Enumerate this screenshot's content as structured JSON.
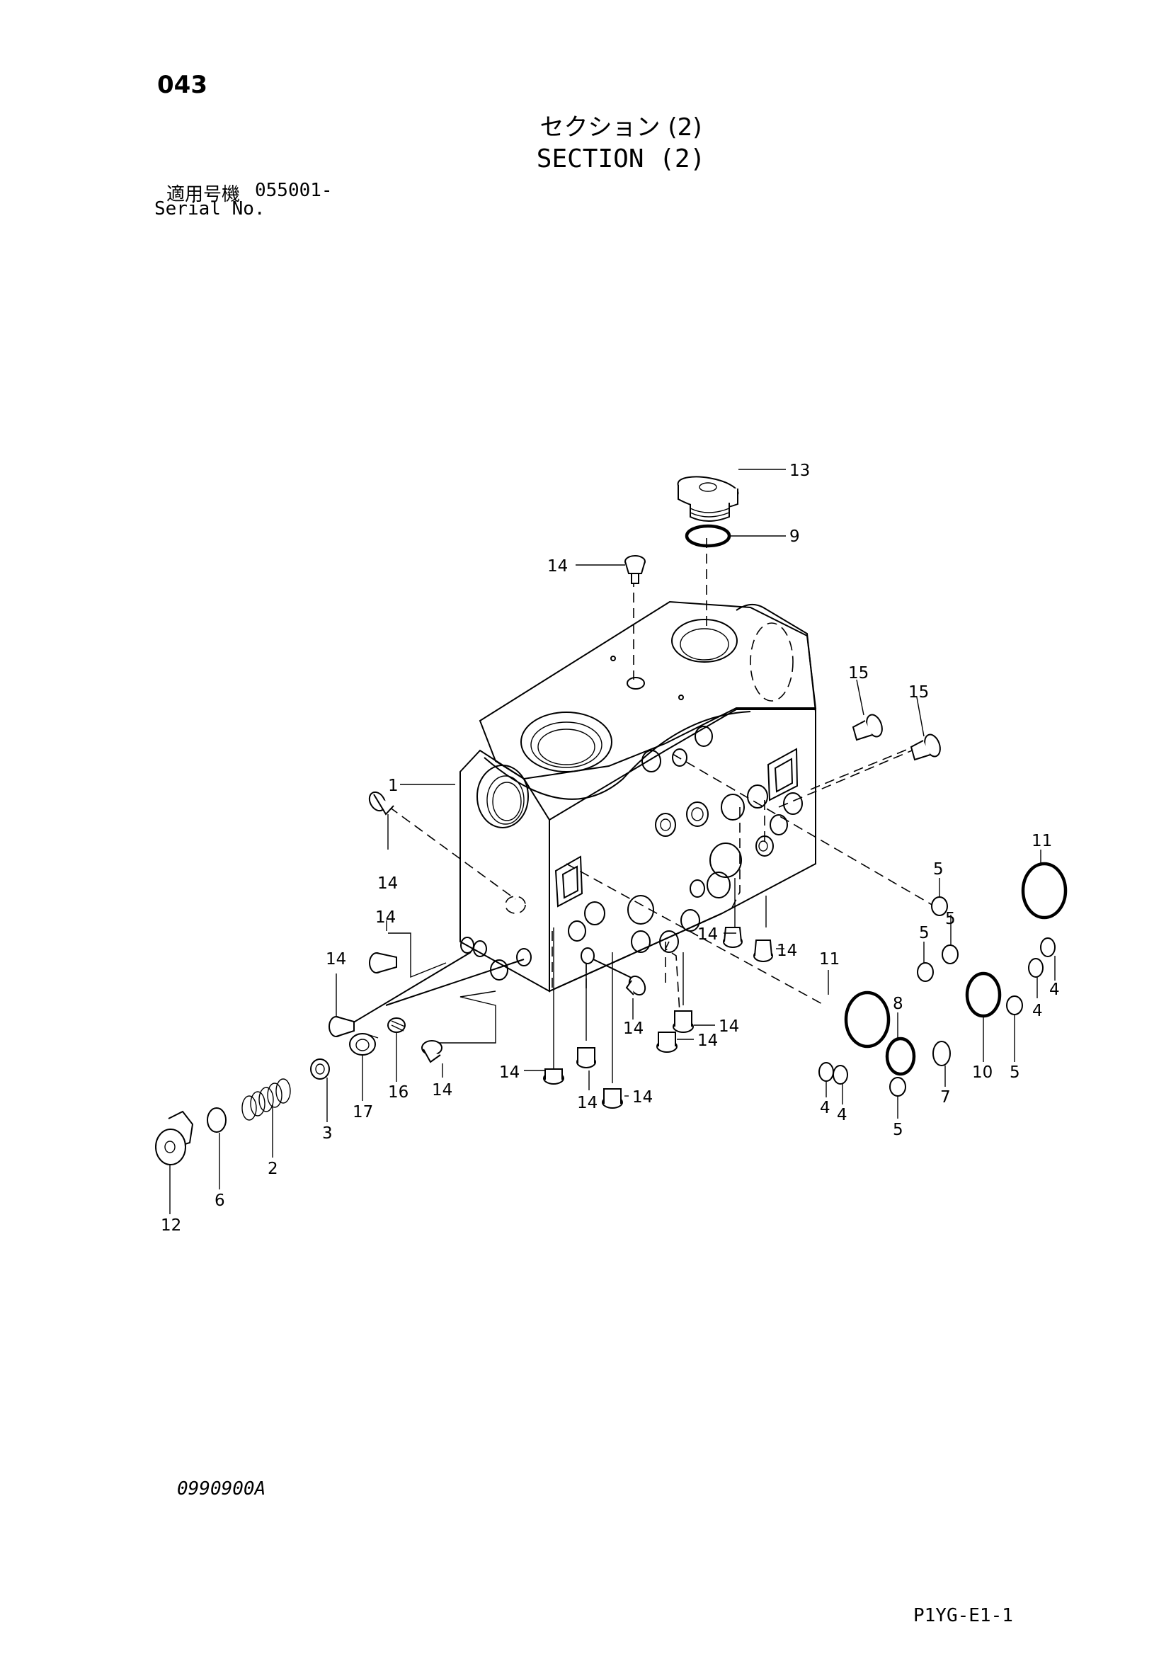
{
  "header": {
    "page_number": "043",
    "title_jp": "セクション (2)",
    "title_en": "SECTION (2)",
    "serial_label_jp": "適用号機",
    "serial_range": "055001-",
    "serial_label_en": "Serial No."
  },
  "footer": {
    "drawing_code": "0990900A",
    "sheet_code": "P1YG-E1-1"
  },
  "callouts": {
    "c1": "1",
    "c2": "2",
    "c3": "3",
    "c4": "4",
    "c5": "5",
    "c6": "6",
    "c7": "7",
    "c8": "8",
    "c9": "9",
    "c10": "10",
    "c11": "11",
    "c12": "12",
    "c13": "13",
    "c14": "14",
    "c15": "15",
    "c16": "16",
    "c17": "17"
  },
  "colors": {
    "ink": "#000000",
    "paper": "#ffffff"
  }
}
